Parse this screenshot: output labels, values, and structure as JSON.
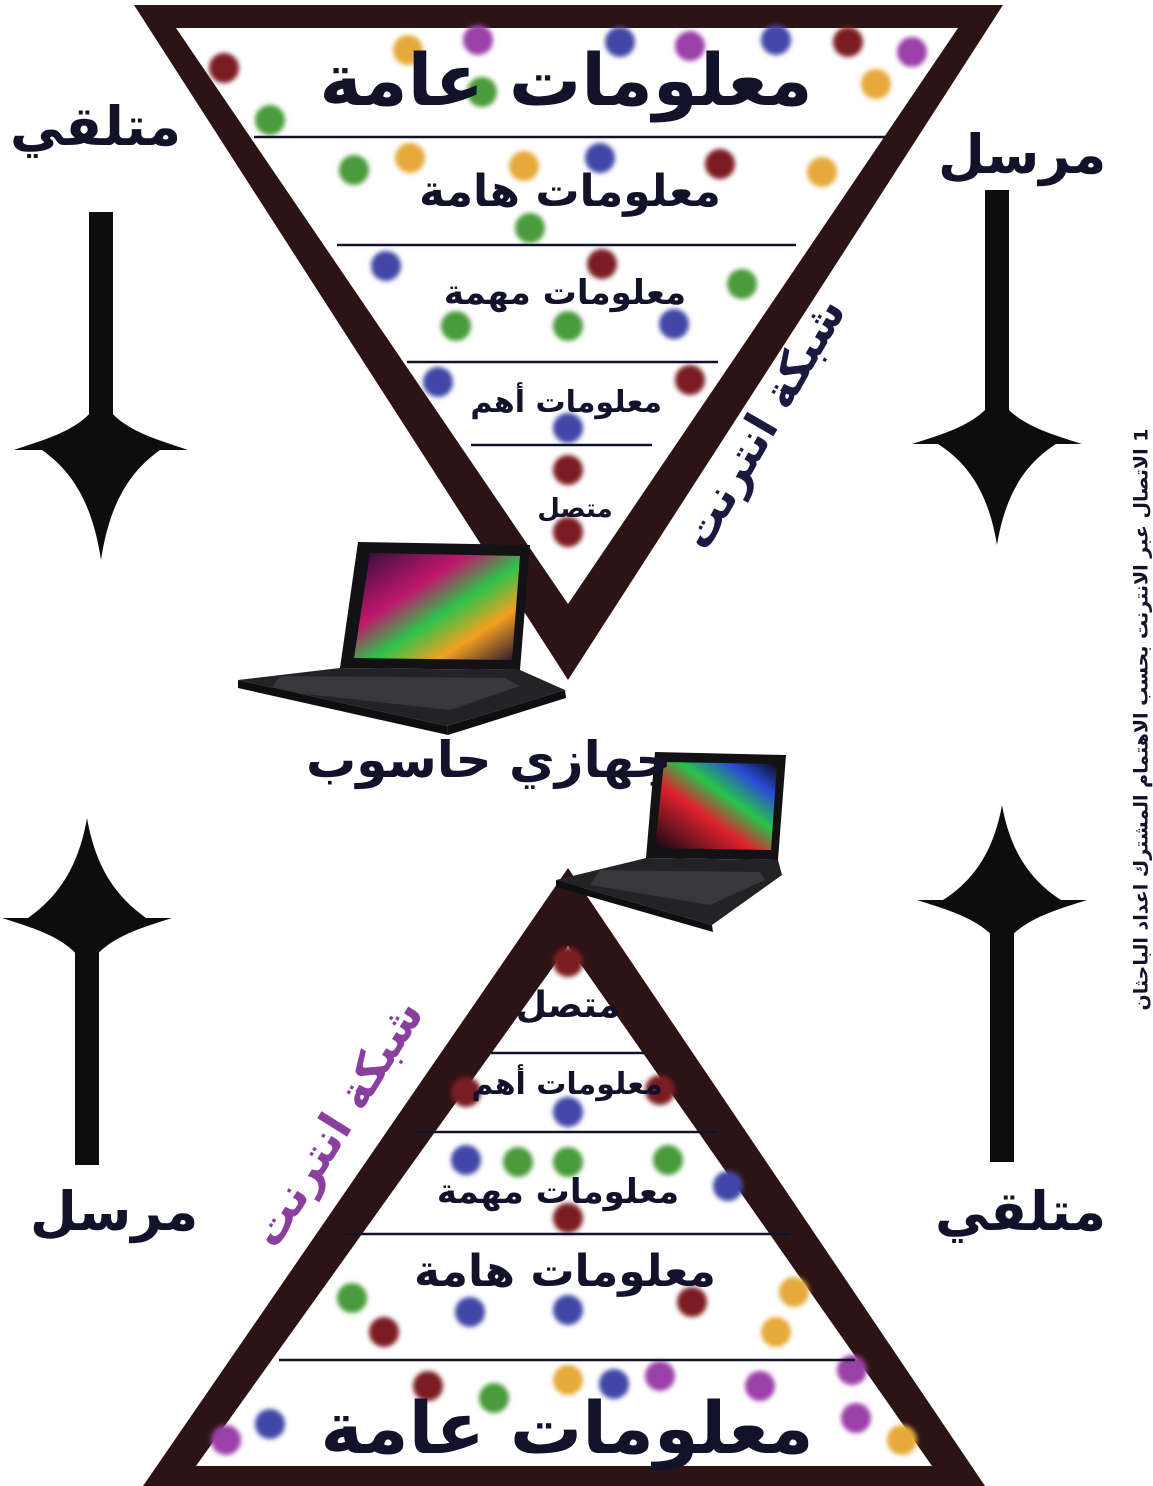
{
  "labels": {
    "sender_top_right": "مرسل",
    "receiver_top_left": "متلقي",
    "sender_bottom_left": "مرسل",
    "receiver_bottom_right": "متلقي",
    "computer_devices": "جهازي حاسوب",
    "vertical_caption": "1 الاتصال عبر الانترنت بحسب الاهتمام المشترك اعداد الباحثان"
  },
  "top_pyramid": {
    "network_label": "شبكة انترنت",
    "tiers": [
      "معلومات عامة",
      "معلومات هامة",
      "معلومات مهمة",
      "معلومات أهم",
      "متصل"
    ]
  },
  "bottom_pyramid": {
    "network_label": "شبكة انترنت",
    "tiers": [
      "متصل",
      "معلومات أهم",
      "معلومات مهمة",
      "معلومات هامة",
      "معلومات عامة"
    ]
  },
  "colors": {
    "frame": "#2d1414",
    "text": "#12122a",
    "network_label_top": "#1a1a40",
    "network_label_bottom": "#8a3f9e",
    "dot_palette": [
      "#7a1f22",
      "#4a9b3a",
      "#3f46a6",
      "#e6a93a",
      "#9a3fa8",
      "#3aa63f"
    ]
  },
  "icons": [
    "laptop-icon",
    "laptop-icon",
    "arrow-down-icon",
    "arrow-up-icon"
  ]
}
